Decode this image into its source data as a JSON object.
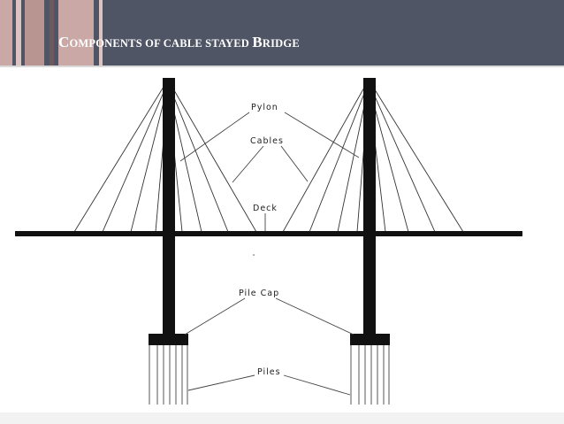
{
  "slide": {
    "title_parts": [
      {
        "text": "C",
        "size": "cap"
      },
      {
        "text": "OMPONENTS OF CABLE STAYED ",
        "size": "sc"
      },
      {
        "text": "B",
        "size": "cap"
      },
      {
        "text": "RIDGE",
        "size": "sc"
      }
    ],
    "header_color": "#4f5565",
    "stripe_colors": [
      "#c9a8a5",
      "#dcc3bf",
      "#b99591",
      "#6b5a60"
    ]
  },
  "diagram": {
    "labels": {
      "pylon": "Pylon",
      "cables": "Cables",
      "deck": "Deck",
      "pile_cap": "Pile Cap",
      "piles": "Piles"
    }
  }
}
